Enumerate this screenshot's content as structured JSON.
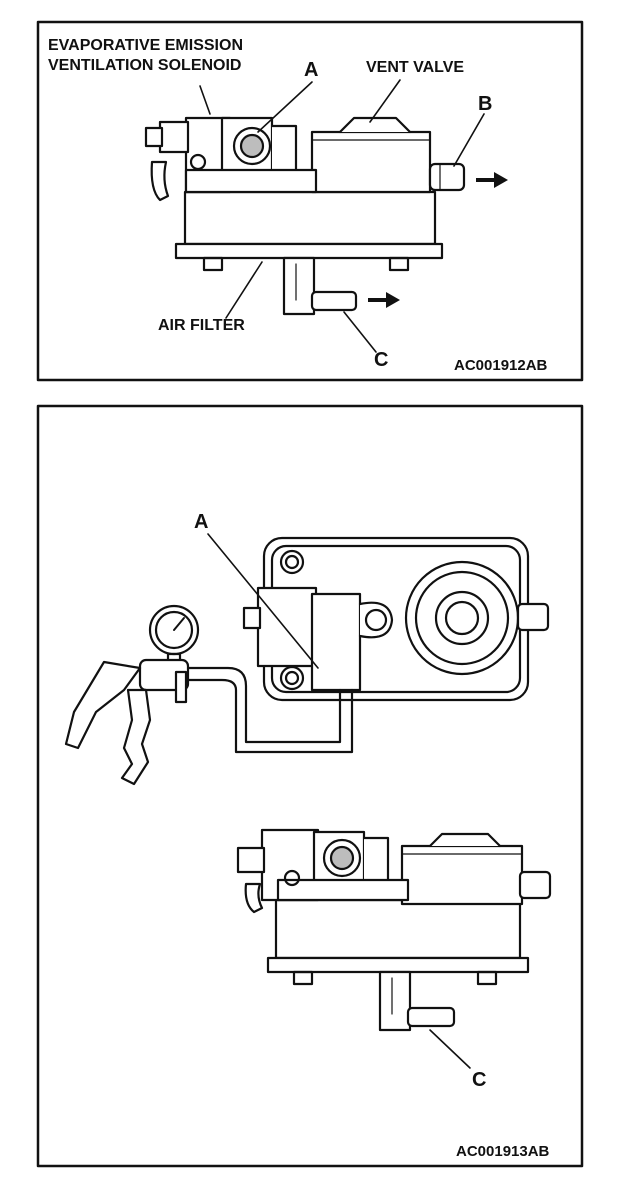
{
  "figure1": {
    "label_solenoid_line1": "EVAPORATIVE EMISSION",
    "label_solenoid_line2": "VENTILATION SOLENOID",
    "label_vent_valve": "VENT VALVE",
    "label_air_filter": "AIR FILTER",
    "callout_a": "A",
    "callout_b": "B",
    "callout_c": "C",
    "figure_code": "AC001912AB"
  },
  "figure2": {
    "callout_a": "A",
    "callout_c": "C",
    "figure_code": "AC001913AB"
  },
  "colors": {
    "ink": "#111111",
    "paper": "#ffffff",
    "shade": "#bdbdbd"
  }
}
